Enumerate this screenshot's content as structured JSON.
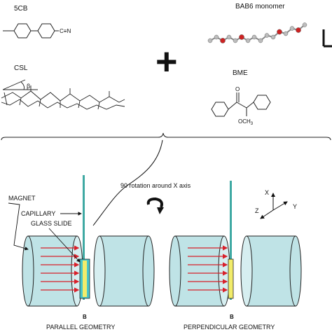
{
  "top_panel": {
    "compound_5cb": "5CB",
    "cyano_group": "C≡N",
    "compound_bab6": "BAB6 monomer",
    "compound_csl": "CSL",
    "angle_beta": "β",
    "plus_sign": "+",
    "compound_bme": "BME",
    "methoxy_group": "OCH",
    "methoxy_subscript": "3",
    "carbonyl_o": "O"
  },
  "bottom_panel": {
    "label_magnet": "MAGNET",
    "label_capillary": "CAPILLARY",
    "label_glass_slide": "GLASS SLIDE",
    "rotation_text": "90  rotation around X axis",
    "field_label_left": "B",
    "field_label_right": "B",
    "caption_parallel": "PARALLEL GEOMETRY",
    "caption_perpendicular": "PERPENDICULAR GEOMETRY",
    "axis_x": "X",
    "axis_y": "Y",
    "axis_z": "Z"
  },
  "colors": {
    "magnet_fill": "#bfe3e6",
    "capillary": "#3fa9a3",
    "slide_parallel": "#49c5c8",
    "slide_perpendicular": "#f2ec6a",
    "field_arrow": "#d8202a",
    "oxygen_atom": "#cc2222",
    "carbon_atom": "#bdbdbd"
  }
}
